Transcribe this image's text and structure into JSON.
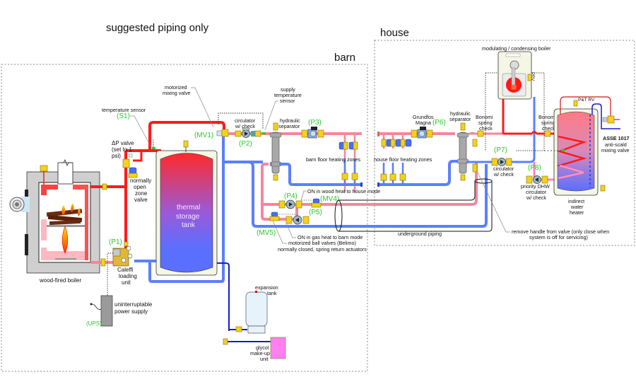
{
  "title": "suggested piping only",
  "zones": {
    "barn": "barn",
    "house": "house"
  },
  "labels": {
    "motorized_mixing_valve": [
      "motorized",
      "mixing valve"
    ],
    "temperature_sensor": "temperature sensor",
    "s1": "(S1)",
    "dp_valve": [
      "ΔP valve",
      "(set to 1",
      "psi)"
    ],
    "zone_valve": [
      "normally",
      "open",
      "zone",
      "valve"
    ],
    "mv1": "(MV1)",
    "circulator_check_barn": [
      "circulator",
      "w/ check"
    ],
    "p2": "(P2)",
    "supply_temp_sensor": [
      "supply",
      "temperature",
      "sensor"
    ],
    "hydraulic_separator_barn": [
      "hydraulic",
      "separator"
    ],
    "p3": "(P3)",
    "barn_zones": "barn floor heating zones",
    "thermal_tank": [
      "thermal",
      "storage",
      "tank"
    ],
    "p4": "(P4)",
    "mv4": "(MV4)",
    "p5": "(P5)",
    "mv5": "(MV5)",
    "on_wood": "ON in wood heat to house mode",
    "on_gas": "ON in gas heat to barn mode",
    "ball_valves": [
      "motorized ball valves (Belimo)",
      "normally closed, spring return actuators"
    ],
    "p1": "(P1)",
    "caleffi": [
      "Caleffi",
      "loading",
      "unit"
    ],
    "wood_boiler": "wood-fired boiler",
    "ups": [
      "uninterruptable",
      "power supply"
    ],
    "ups_tag": "(UPS)",
    "expansion_tank": [
      "expansion",
      "tank"
    ],
    "glycol": [
      "glycol",
      "make-up",
      "unit"
    ],
    "grundfos": [
      "Grundfos",
      "Magna"
    ],
    "p6": "(P6)",
    "hydraulic_separator_house": [
      "hydraulic",
      "separator"
    ],
    "house_zones": "house floor heating zones",
    "bonomi_1": [
      "Bonomi",
      "spring",
      "check"
    ],
    "bonomi_2": [
      "Bonomi",
      "spring",
      "check"
    ],
    "mod_boiler": "modulating / condensing boiler",
    "prv": "PRV",
    "pt_rv": "P&T RV",
    "asse": [
      "ASSE 1017",
      "anti-scald",
      "mixing valve"
    ],
    "p7": "(P7)",
    "circulator_check_house": [
      "circulator",
      "w/ check"
    ],
    "p8": "(P8)",
    "priority_dhw": [
      "priority DHW",
      "circulator",
      "w/ check"
    ],
    "indirect_heater": [
      "indirect",
      "water",
      "heater"
    ],
    "underground": "underground piping",
    "remove_handle": [
      "remove handle from valve (only close when",
      "system is off for servicing)"
    ]
  },
  "colors": {
    "hot_supply": "#ff1a1a",
    "warm_supply": "#f7869b",
    "cold_return": "#5b7fff",
    "cold_water": "#1a1acc",
    "tag_green": "#2ec62e",
    "valve_brass": "#f3d21b",
    "glycol_unit": "#ff7ff0"
  }
}
